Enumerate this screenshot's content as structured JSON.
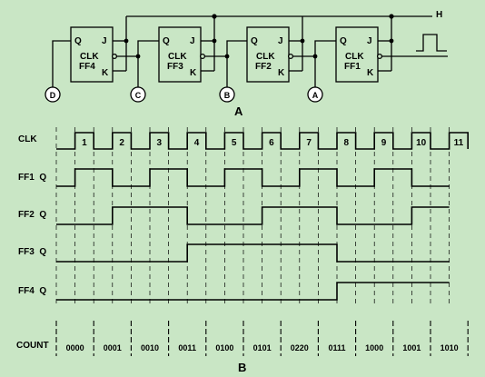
{
  "part_a": {
    "label": "A",
    "h_label": "H",
    "flip_flops": [
      {
        "name": "FF4",
        "q": "Q",
        "j": "J",
        "k": "K",
        "clk": "CLK",
        "output": "D"
      },
      {
        "name": "FF3",
        "q": "Q",
        "j": "J",
        "k": "K",
        "clk": "CLK",
        "output": "C"
      },
      {
        "name": "FF2",
        "q": "Q",
        "j": "J",
        "k": "K",
        "clk": "CLK",
        "output": "B"
      },
      {
        "name": "FF1",
        "q": "Q",
        "j": "J",
        "k": "K",
        "clk": "CLK",
        "output": "A"
      }
    ]
  },
  "part_b": {
    "label": "B",
    "rows": [
      {
        "label": "CLK"
      },
      {
        "label": "FF1  Q",
        "levels": [
          0,
          1,
          1,
          0,
          0,
          1,
          1,
          0,
          0,
          1,
          1,
          0,
          0,
          1,
          1,
          0,
          0,
          1,
          1,
          0,
          0
        ]
      },
      {
        "label": "FF2  Q",
        "levels": [
          0,
          0,
          0,
          1,
          1,
          1,
          1,
          0,
          0,
          0,
          0,
          1,
          1,
          1,
          1,
          0,
          0,
          0,
          0,
          1,
          1
        ]
      },
      {
        "label": "FF3  Q",
        "levels": [
          0,
          0,
          0,
          0,
          0,
          0,
          0,
          1,
          1,
          1,
          1,
          1,
          1,
          1,
          1,
          0,
          0,
          0,
          0,
          0,
          0
        ]
      },
      {
        "label": "FF4  Q",
        "levels": [
          0,
          0,
          0,
          0,
          0,
          0,
          0,
          0,
          0,
          0,
          0,
          0,
          0,
          0,
          0,
          1,
          1,
          1,
          1,
          1,
          1
        ]
      }
    ],
    "clock_numbers": [
      "1",
      "2",
      "3",
      "4",
      "5",
      "6",
      "7",
      "8",
      "9",
      "10",
      "11"
    ],
    "count_label": "COUNT",
    "counts": [
      "0000",
      "0001",
      "0010",
      "0011",
      "0100",
      "0101",
      "0220",
      "0111",
      "1000",
      "1001",
      "1010"
    ]
  }
}
